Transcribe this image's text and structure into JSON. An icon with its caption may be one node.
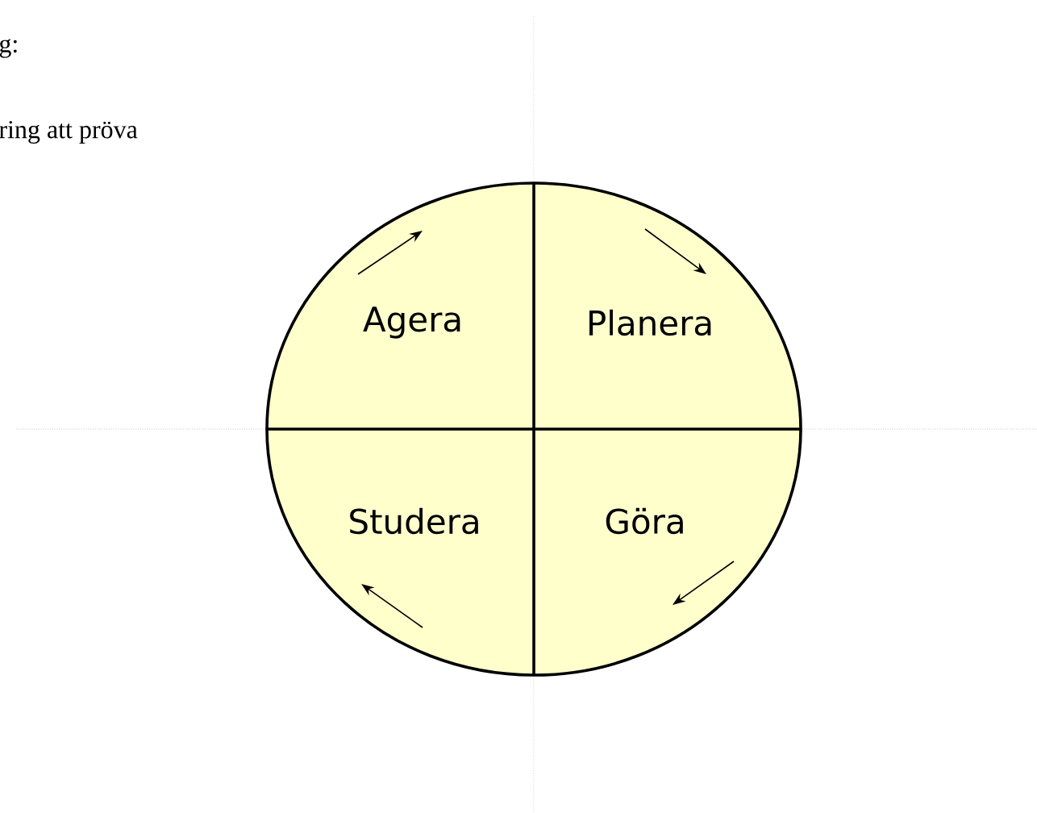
{
  "diagram": {
    "nodes": [
      {
        "text": [],
        "shape": "circle"
      },
      {
        "text": [
          "Agera"
        ],
        "in": 0
      },
      {
        "text": [
          "Planera"
        ],
        "in": 0
      },
      {
        "text": [
          "Studera"
        ],
        "in": 0
      },
      {
        "text": [
          "Göra"
        ],
        "in": 0
      }
    ],
    "labels": [
      "g:",
      "ring att pröva"
    ]
  }
}
